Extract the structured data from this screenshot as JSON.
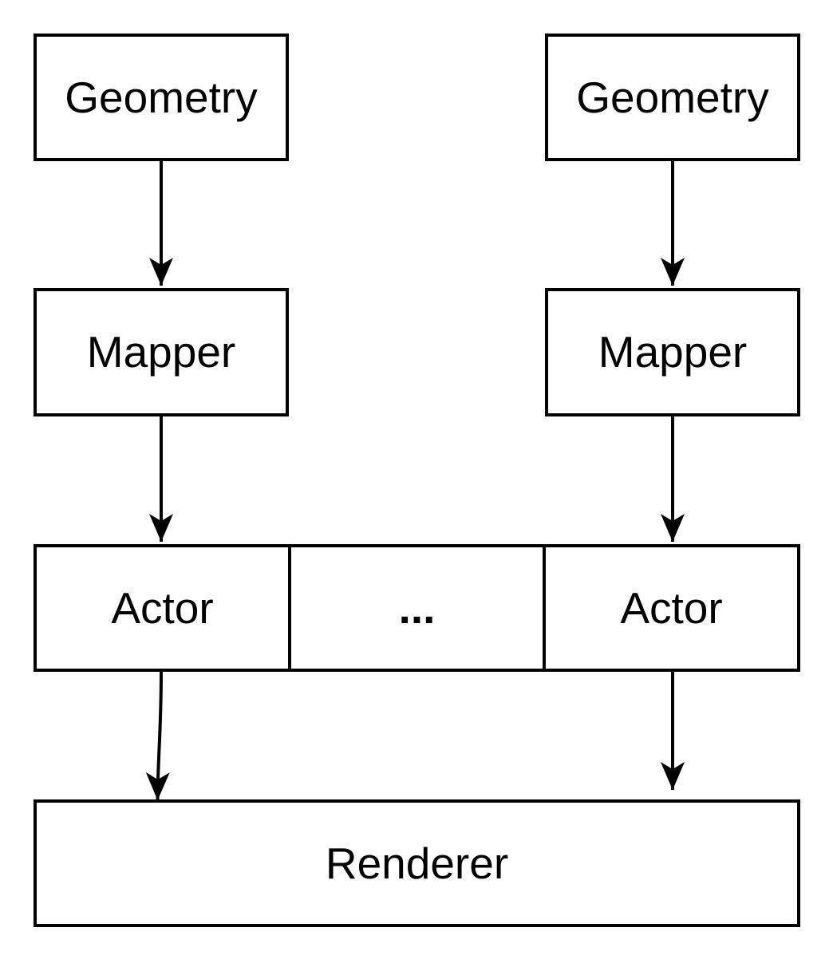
{
  "diagram": {
    "title": "rendering-pipeline",
    "colors": {
      "background": "#ffffff",
      "node_fill": "#ffffff",
      "stroke": "#000000",
      "text": "#000000"
    },
    "nodes": {
      "geometry_left": {
        "label": "Geometry"
      },
      "geometry_right": {
        "label": "Geometry"
      },
      "mapper_left": {
        "label": "Mapper"
      },
      "mapper_right": {
        "label": "Mapper"
      },
      "actor_left": {
        "label": "Actor"
      },
      "ellipsis": {
        "label": "..."
      },
      "actor_right": {
        "label": "Actor"
      },
      "renderer": {
        "label": "Renderer"
      }
    },
    "edges": [
      {
        "from": "geometry_left",
        "to": "mapper_left",
        "style": "straight-arrow"
      },
      {
        "from": "geometry_right",
        "to": "mapper_right",
        "style": "straight-arrow"
      },
      {
        "from": "mapper_left",
        "to": "actor_left",
        "style": "straight-arrow"
      },
      {
        "from": "mapper_right",
        "to": "actor_right",
        "style": "straight-arrow"
      },
      {
        "from": "actor_left",
        "to": "renderer",
        "style": "curved-arrow"
      },
      {
        "from": "actor_right",
        "to": "renderer",
        "style": "straight-arrow"
      }
    ]
  }
}
